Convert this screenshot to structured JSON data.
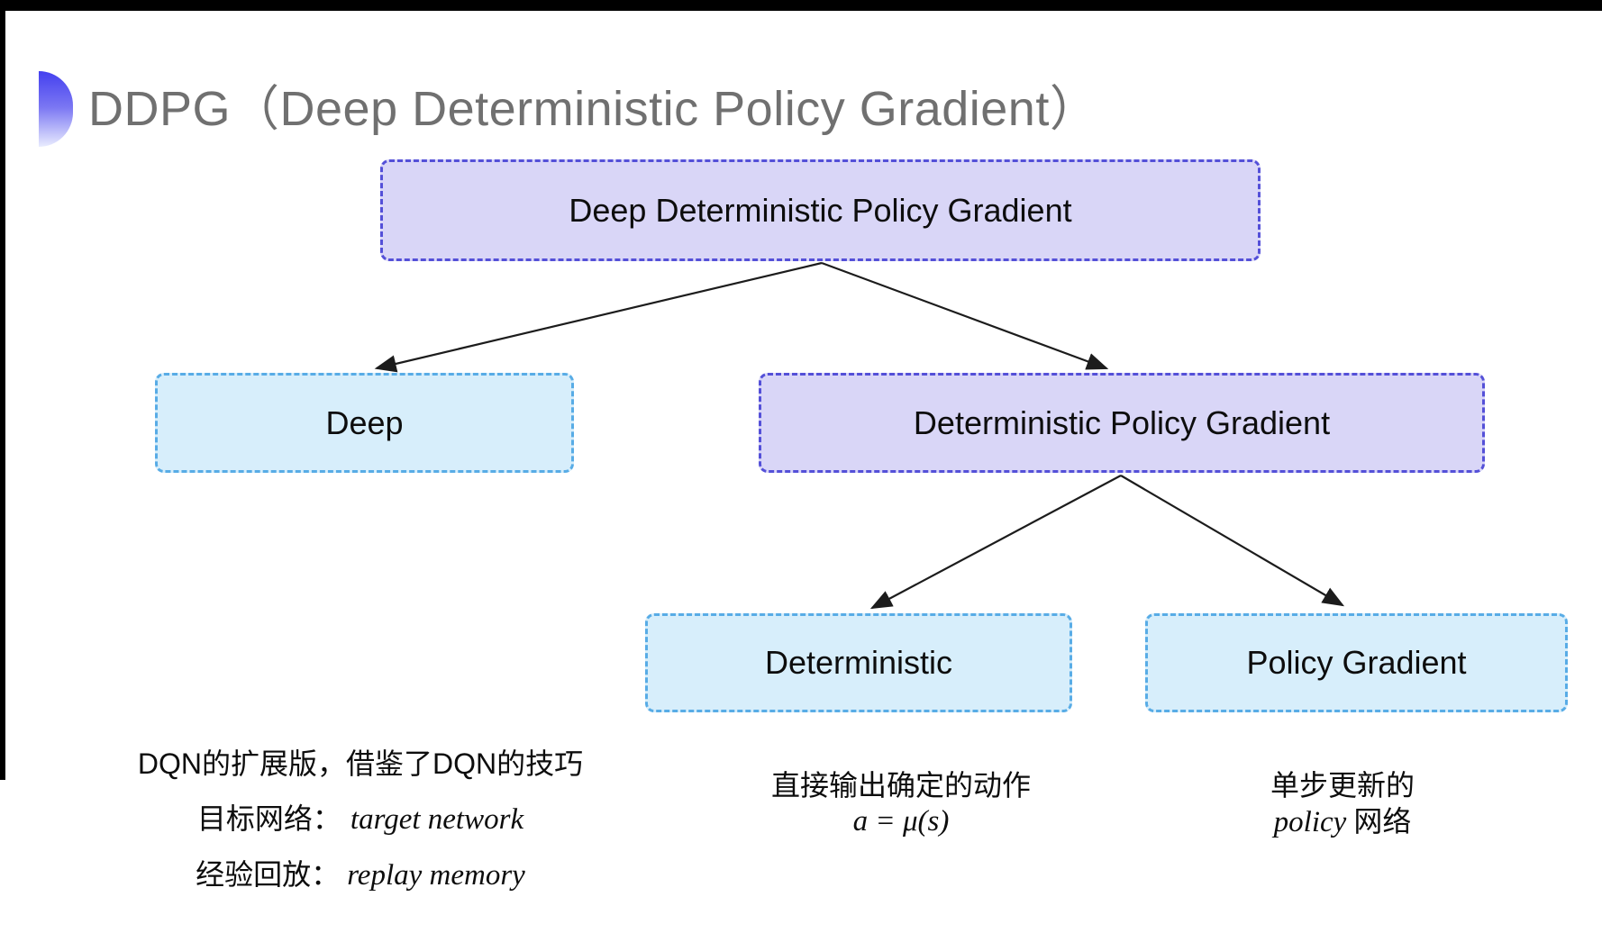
{
  "header": {
    "title": "DDPG（Deep Deterministic Policy Gradient）"
  },
  "tree": {
    "root": "Deep Deterministic Policy Gradient",
    "deep": "Deep",
    "dpg": "Deterministic Policy Gradient",
    "deterministic": "Deterministic",
    "policy_gradient": "Policy Gradient"
  },
  "notes": {
    "deep": {
      "line1": "DQN的扩展版，借鉴了DQN的技巧",
      "target_label": "目标网络：",
      "target_value": "target network",
      "replay_label": "经验回放：",
      "replay_value": "replay memory"
    },
    "deterministic": {
      "line1": "直接输出确定的动作",
      "formula": "a = μ(s)"
    },
    "policy_gradient": {
      "line1": "单步更新的",
      "word_en": "policy",
      "word_zh": "网络"
    }
  },
  "colors": {
    "purple_fill": "#d9d6f7",
    "purple_border": "#5450d8",
    "cyan_fill": "#d7eefb",
    "cyan_border": "#58ace6",
    "title_gray": "#707070",
    "arrow": "#1c1c1c"
  }
}
